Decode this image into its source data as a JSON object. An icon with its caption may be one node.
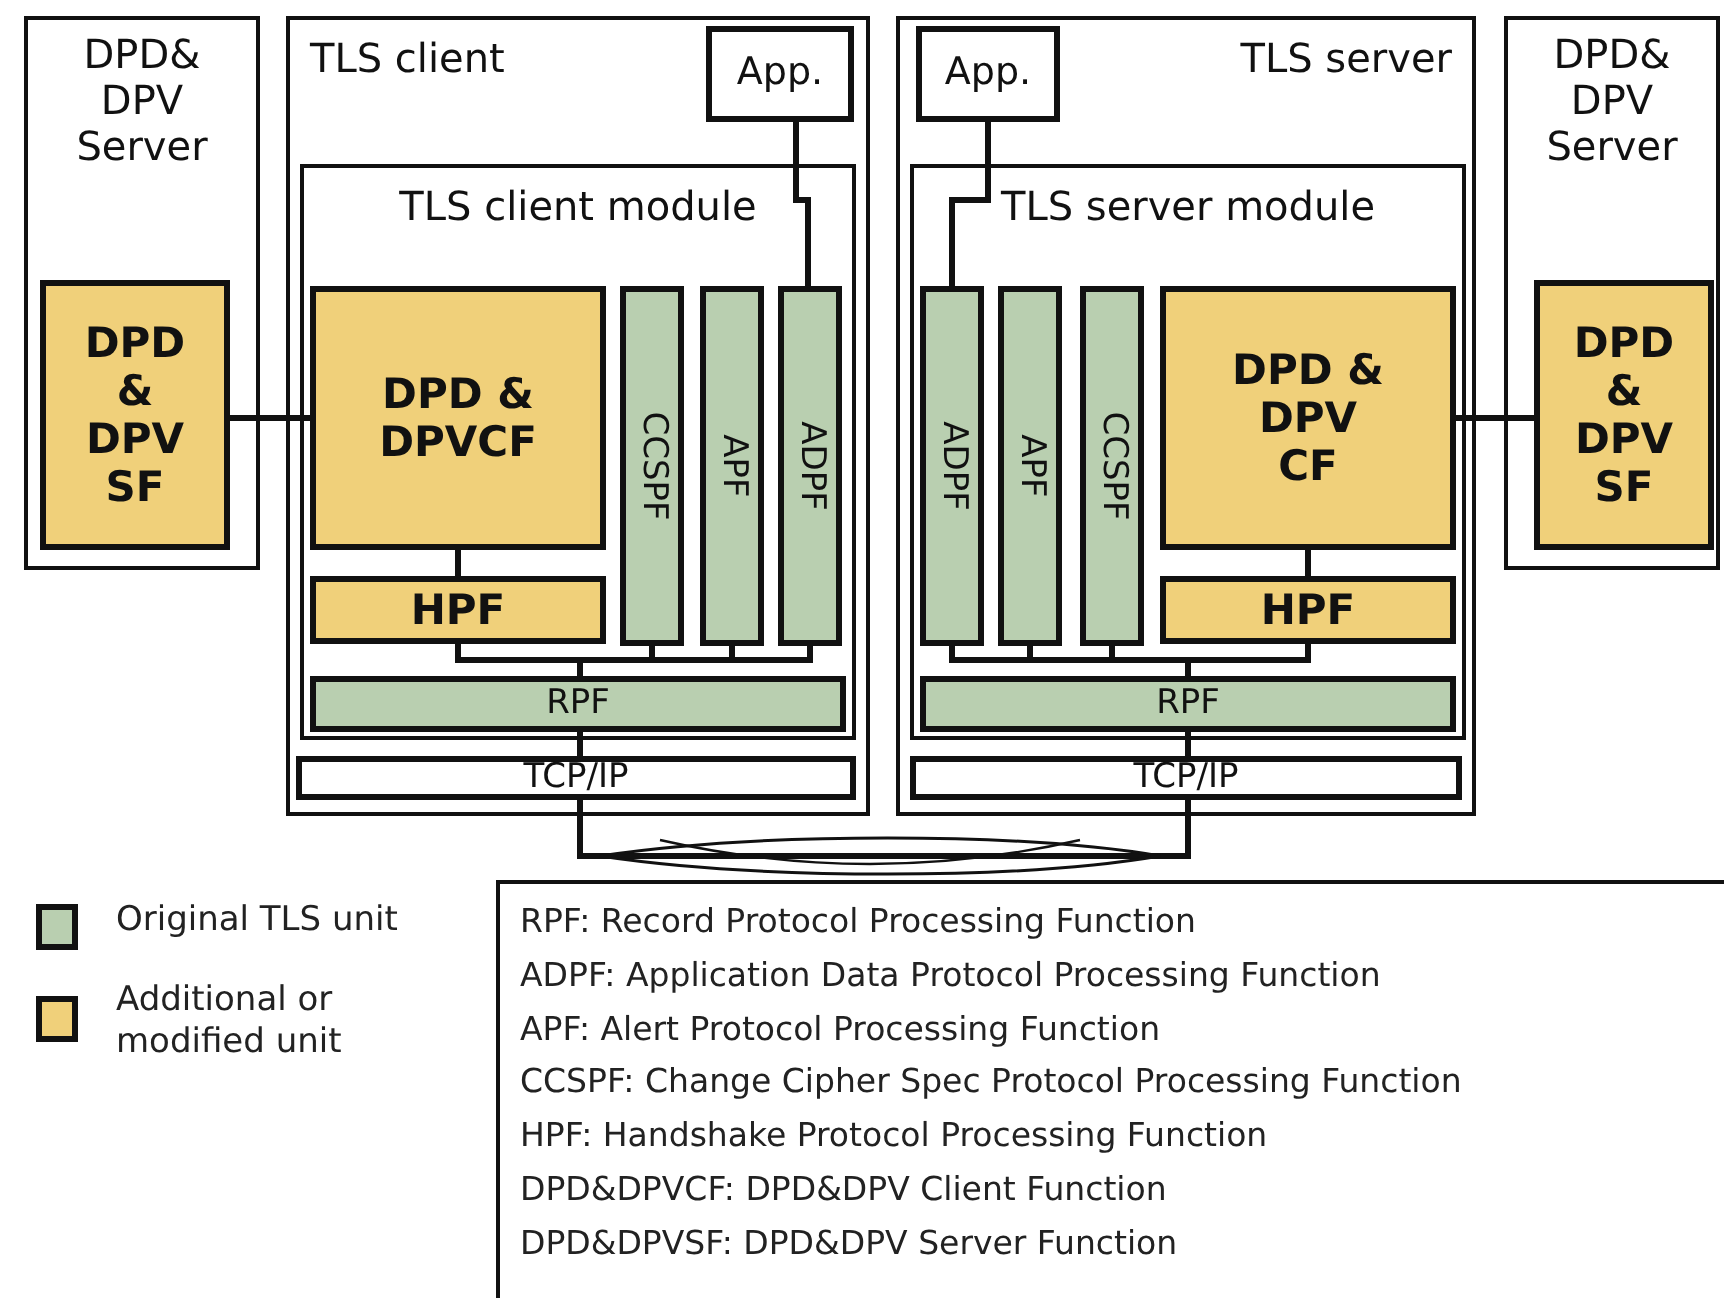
{
  "diagram": {
    "nodes": [
      {
        "text": [
          "DPD& DPV Server"
        ]
      },
      {
        "text": [
          "DPD & DPV SF"
        ],
        "in": 0
      },
      {
        "text": [
          "TLS client"
        ]
      },
      {
        "text": [
          "App."
        ],
        "in": 2
      },
      {
        "text": [
          "TLS client module"
        ],
        "in": 2
      },
      {
        "text": [
          "DPD & DPVCF"
        ],
        "in": 4
      },
      {
        "text": [
          "CCSPF"
        ],
        "in": 4
      },
      {
        "text": [
          "APF"
        ],
        "in": 4
      },
      {
        "text": [
          "ADPF"
        ],
        "in": 4
      },
      {
        "text": [
          "HPF"
        ],
        "in": 4
      },
      {
        "text": [
          "RPF"
        ],
        "in": 4
      },
      {
        "text": [
          "TCP/IP"
        ],
        "in": 2
      },
      {
        "text": [
          "TLS server"
        ]
      },
      {
        "text": [
          "App."
        ],
        "in": 12
      },
      {
        "text": [
          "TLS server module"
        ],
        "in": 12
      },
      {
        "text": [
          "ADPF"
        ],
        "in": 14
      },
      {
        "text": [
          "APF"
        ],
        "in": 14
      },
      {
        "text": [
          "CCSPF"
        ],
        "in": 14
      },
      {
        "text": [
          "DPD & DPV CF"
        ],
        "in": 14
      },
      {
        "text": [
          "HPF"
        ],
        "in": 14
      },
      {
        "text": [
          "RPF"
        ],
        "in": 14
      },
      {
        "text": [
          "TCP/IP"
        ],
        "in": 12
      },
      {
        "text": [
          "DPD& DPV Server"
        ]
      },
      {
        "text": [
          "DPD & DPV SF"
        ],
        "in": 22
      }
    ],
    "edges": [
      {
        "from": 1,
        "to": 5,
        "arrow": "none"
      },
      {
        "from": 3,
        "to": 8,
        "arrow": "none"
      },
      {
        "from": 5,
        "to": 9,
        "arrow": "none"
      },
      {
        "from": 9,
        "to": 10,
        "arrow": "none"
      },
      {
        "from": 6,
        "to": 10,
        "arrow": "none"
      },
      {
        "from": 7,
        "to": 10,
        "arrow": "none"
      },
      {
        "from": 8,
        "to": 10,
        "arrow": "none"
      },
      {
        "from": 10,
        "to": 11,
        "arrow": "none"
      },
      {
        "from": 11,
        "to": 21,
        "arrow": "none"
      },
      {
        "from": 13,
        "to": 15,
        "arrow": "none"
      },
      {
        "from": 18,
        "to": 19,
        "arrow": "none"
      },
      {
        "from": 19,
        "to": 20,
        "arrow": "none"
      },
      {
        "from": 17,
        "to": 20,
        "arrow": "none"
      },
      {
        "from": 16,
        "to": 20,
        "arrow": "none"
      },
      {
        "from": 15,
        "to": 20,
        "arrow": "none"
      },
      {
        "from": 20,
        "to": 21,
        "arrow": "none"
      },
      {
        "from": 18,
        "to": 23,
        "arrow": "none"
      }
    ],
    "labels": [
      "RPF: Record Protocol Processing Function",
      "ADPF: Application Data Protocol Processing Function",
      "APF: Alert Protocol Processing Function",
      "CCSPF: Change Cipher Spec Protocol Processing Function",
      "HPF: Handshake Protocol Processing Function",
      "DPD&DPVCF: DPD&DPV Client Function",
      "DPD&DPVSF: DPD&DPV Server Function"
    ],
    "legend": [
      {
        "text": "Original TLS unit",
        "color": "#b9cfb0"
      },
      {
        "text": "Additional or modified unit",
        "color": "#f0d07a"
      }
    ]
  }
}
